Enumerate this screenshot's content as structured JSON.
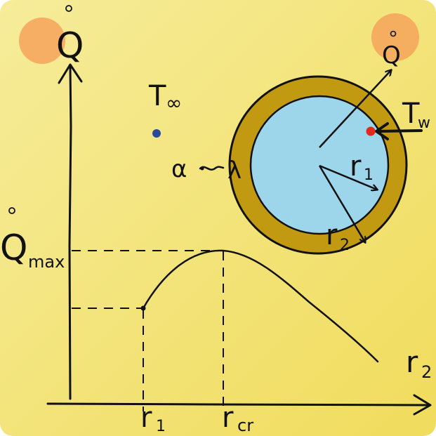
{
  "colors": {
    "background_light": "#f6ec9a",
    "background_dark": "#f0dc5c",
    "pipe_wall": "#c29a12",
    "pipe_interior": "#9dd5ea",
    "highlight_circle": "#f5a35a",
    "point_t_inf": "#2a4a9a",
    "point_t_w": "#e02a1a",
    "ink": "#111111"
  },
  "graph": {
    "y_axis_symbol": "Q",
    "x_axis_symbol": "r",
    "x_axis_subscript": "2",
    "q_max_symbol": "Q",
    "q_max_subscript": "max",
    "tick_r1_symbol": "r",
    "tick_r1_subscript": "1",
    "tick_rcr_symbol": "r",
    "tick_rcr_subscript": "cr"
  },
  "pipe": {
    "t_inf_symbol": "T",
    "t_inf_subscript": "∞",
    "t_w_symbol": "T",
    "t_w_subscript": "w",
    "q_symbol": "Q",
    "alpha": "α",
    "lambda": "λ",
    "r1_symbol": "r",
    "r1_subscript": "1",
    "r2_symbol": "r",
    "r2_subscript": "2"
  }
}
